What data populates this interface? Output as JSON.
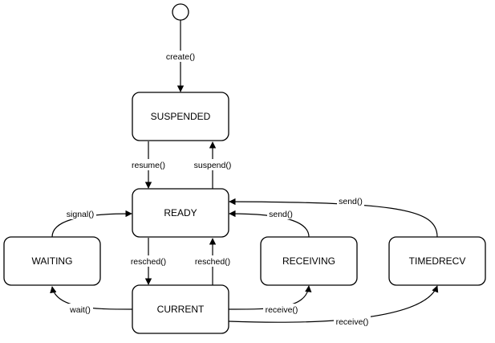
{
  "states": {
    "suspended": "SUSPENDED",
    "ready": "READY",
    "waiting": "WAITING",
    "current": "CURRENT",
    "receiving": "RECEIVING",
    "timedrecv": "TIMEDRECV"
  },
  "transitions": {
    "create": "create()",
    "resume": "resume()",
    "suspend": "suspend()",
    "signal": "signal()",
    "resched_down": "resched()",
    "resched_up": "resched()",
    "wait": "wait()",
    "send_receiving": "send()",
    "send_timedrecv": "send()",
    "receive_receiving": "receive()",
    "receive_timedrecv": "receive()"
  }
}
